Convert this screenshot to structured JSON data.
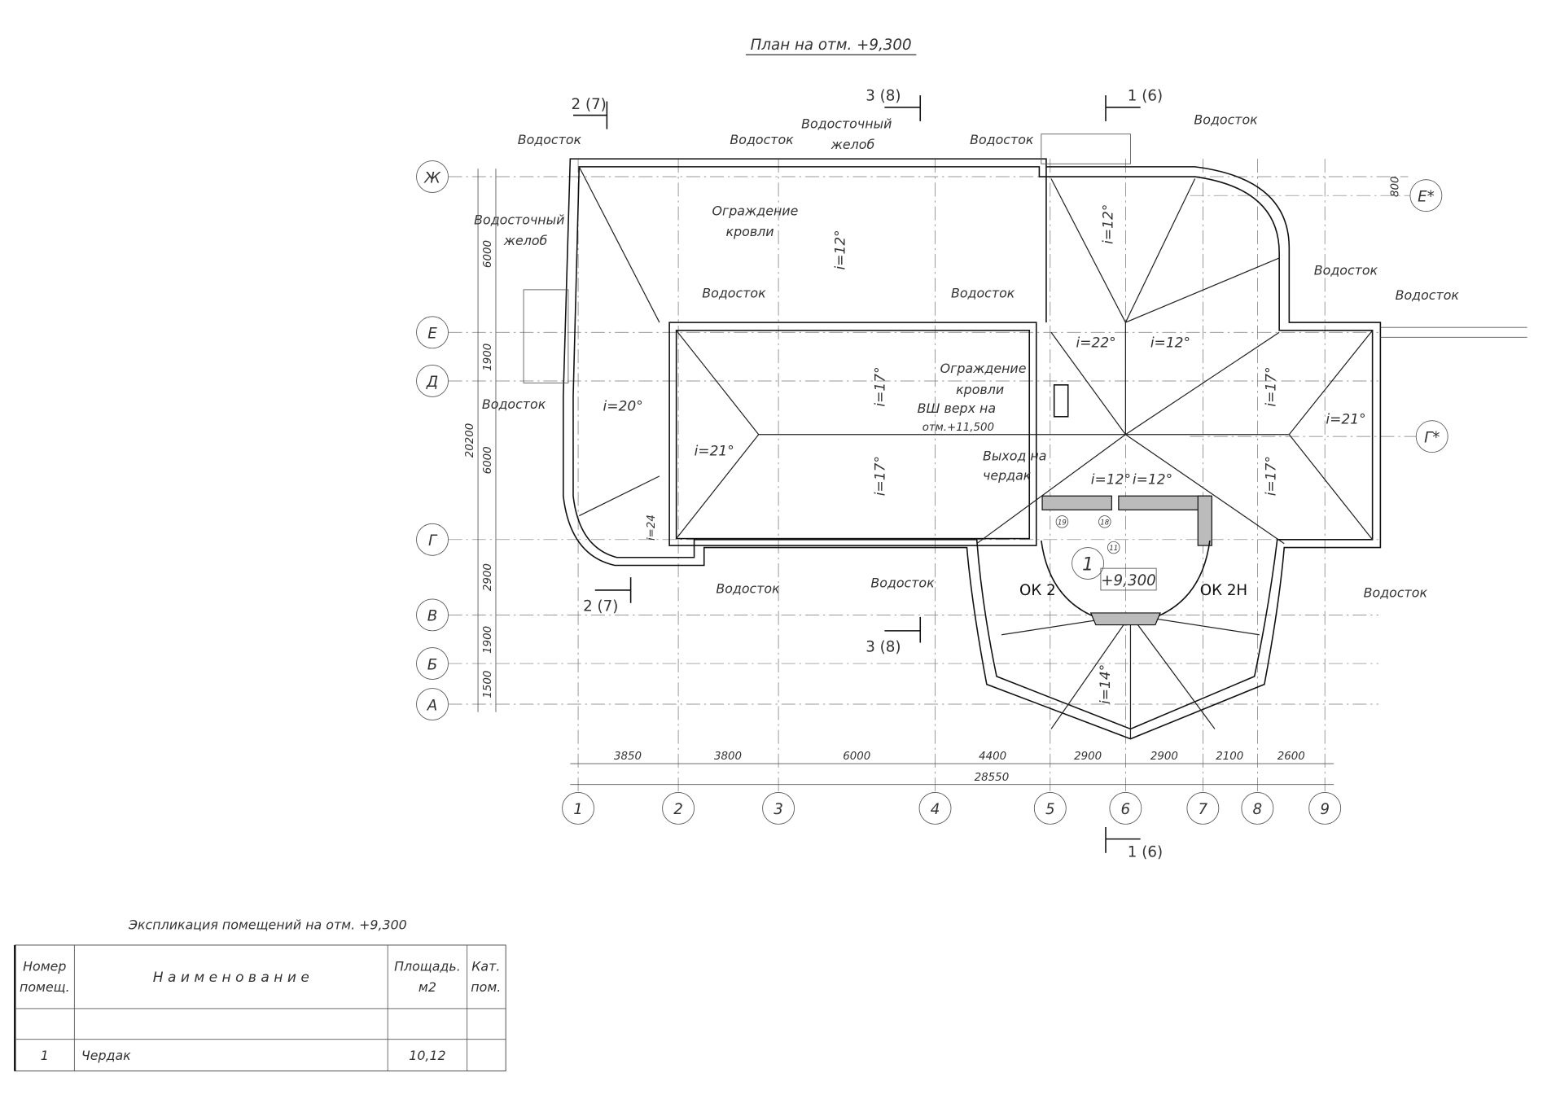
{
  "title": "План на отм. +9,300",
  "axes": {
    "vertical": [
      "1",
      "2",
      "3",
      "4",
      "5",
      "6",
      "7",
      "8",
      "9"
    ],
    "horizontal": [
      "Ж",
      "Е",
      "Д",
      "Г",
      "В",
      "Б",
      "А"
    ],
    "extra": [
      "Е*",
      "Г*"
    ]
  },
  "dimensions": {
    "bottom": [
      "3850",
      "3800",
      "6000",
      "4400",
      "2900",
      "2900",
      "2100",
      "2600"
    ],
    "bottom_total": "28550",
    "left": [
      "6000",
      "1900",
      "6000",
      "2900",
      "1900",
      "1500"
    ],
    "left_total": "20200",
    "right": "800"
  },
  "sections": [
    "2 (7)",
    "3 (8)",
    "1 (6)",
    "2 (7)",
    "3 (8)",
    "1 (6)"
  ],
  "labels": {
    "downpipe": "Водосток",
    "gutter_1": "Водосточный",
    "gutter_2": "желоб",
    "fence_1": "Ограждение",
    "fence_2": "кровли",
    "vent_1": "ВШ",
    "vent_2": "верх на",
    "vent_3": "отм.+11,500",
    "exit_1": "Выход на",
    "exit_2": "чердак"
  },
  "slopes": [
    "i=12°",
    "i=12°",
    "i=22°",
    "i=12°",
    "i=17°",
    "i=17°",
    "i=20°",
    "i=21°",
    "i=21°",
    "i=17°",
    "i=17°",
    "i=12°",
    "i=12°",
    "i=14°",
    "i=24"
  ],
  "room": {
    "number": "1",
    "level": "+9,300",
    "windows": [
      "ОК 2",
      "ОК 2Н"
    ],
    "steps": [
      "19",
      "18",
      "11"
    ]
  },
  "table": {
    "title": "Экспликация помещений на отм. +9,300",
    "headers": [
      "Номер помещ.",
      "Н а и м е н о в а н и е",
      "Площадь. м2",
      "Кат. пом."
    ],
    "header_lines": {
      "num": [
        "Номер",
        "помещ."
      ],
      "area": [
        "Площадь.",
        "м2"
      ],
      "cat": [
        "Кат.",
        "пом."
      ]
    },
    "rows": [
      {
        "num": "1",
        "name": "Чердак",
        "area": "10,12",
        "cat": ""
      }
    ]
  }
}
